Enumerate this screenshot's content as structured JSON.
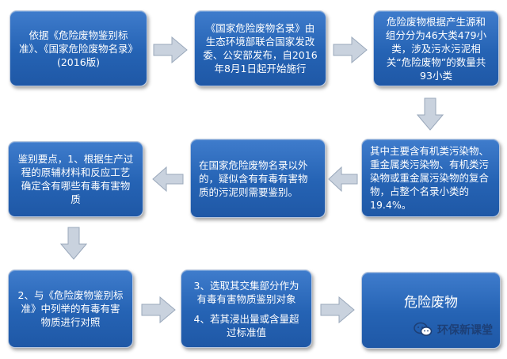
{
  "boxes": {
    "b1": "依据《危险废物鉴别标准》、《国家危险废物名录》(2016版)",
    "b2": "《国家危险废物名录》由生态环境部联合国家发改委、公安部发布，自2016年8月1日起开始施行",
    "b3": "危险废物根据产生源和组分分为46大类479小类，涉及污水污泥相关“危险废物”的数量共93小类",
    "b4": "其中主要含有机类污染物、重金属类污染物、有机类污染物或重金属污染物的复合物，占整个名录小类的19.4%。",
    "b5": "在国家危险废物名录以外的，疑似含有有毒有害物质的污泥则需要鉴别。",
    "b6": "鉴别要点，1、根据生产过程的原辅材料和反应工艺确定含有哪些有毒有害物质",
    "b7": "2、与《危险废物鉴别标准》中列举的有毒有害物质进行对照",
    "b8a": "3、选取其交集部分作为有毒有害物质鉴别对象",
    "b8b": "4、若其浸出量或含量超过标准值",
    "b9": "危险废物"
  },
  "watermark": {
    "text": "环保新课堂",
    "icon": "wechat-icon"
  },
  "colors": {
    "box": "#2563b4",
    "arrow": "#c9d2de",
    "text": "#ffffff",
    "brand": "#1d3f76"
  }
}
